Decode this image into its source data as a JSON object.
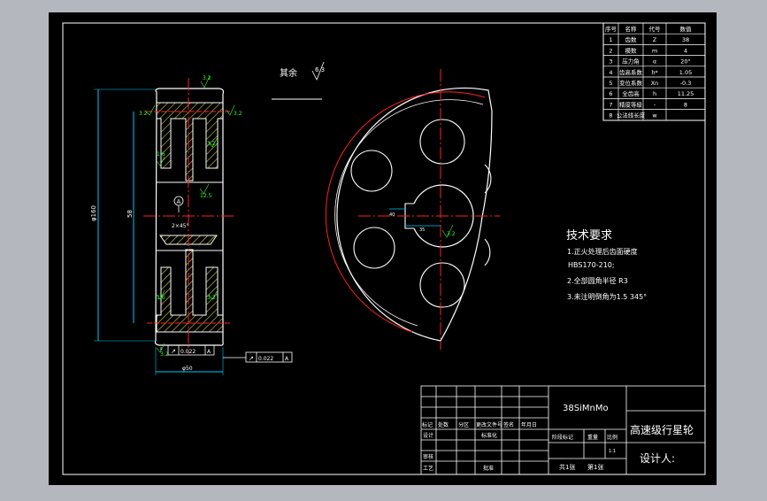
{
  "colors": {
    "outer_bg": "#b4b7bd",
    "paper": "#000000",
    "line": "#ffffff",
    "centerline": "#ff2020",
    "dimension": "#00c8ff",
    "annotation": "#34ff34",
    "hatch": "#d7d23c"
  },
  "param_table": {
    "headers": [
      "序号",
      "名称",
      "代号",
      "数值"
    ],
    "rows": [
      [
        "1",
        "齿数",
        "Z",
        "38"
      ],
      [
        "2",
        "模数",
        "m",
        "4"
      ],
      [
        "3",
        "压力角",
        "α",
        "20°"
      ],
      [
        "4",
        "齿高系数",
        "h*",
        "1.05"
      ],
      [
        "5",
        "变位系数",
        "Xn",
        "-0.3"
      ],
      [
        "6",
        "全齿高",
        "h",
        "11.25"
      ],
      [
        "7",
        "精度等级",
        "-",
        "8"
      ],
      [
        "8",
        "公法线长度",
        "w",
        ""
      ]
    ]
  },
  "surface_note": {
    "label": "其余",
    "value": "6.3"
  },
  "dimensions": {
    "outer_dia": "φ160",
    "inner_dia": "58",
    "width": "φ50",
    "chamfer": "2×45°",
    "hole_dia": "40",
    "key_width": "35",
    "datum": "A"
  },
  "roughness": {
    "r_top": "3.2",
    "r_upper_left": "3.2",
    "r_upper_right": "3.2",
    "r_mid_left": "1.6",
    "r_web": "12.5",
    "r_hub": "3.2",
    "r_lower_left": "1.6",
    "r_lower_right": "3.2",
    "r_bottom": "3.2",
    "r_hole": "3.2"
  },
  "tolerance_frames": [
    {
      "symbol": "↗",
      "value": "0.022",
      "datum": "A"
    },
    {
      "symbol": "↗",
      "value": "0.022",
      "datum": "A"
    }
  ],
  "tech_req": {
    "title": "技术要求",
    "lines": [
      "1.正火处理后齿面硬度",
      "HBS170-210;",
      "2.全部圆角半径 R3",
      "3.未注明倒角为1.5 345°"
    ]
  },
  "title_block": {
    "material": "38SiMnMo",
    "part_name": "高速级行星轮",
    "designer_label": "设计人:",
    "row_labels": [
      "标记",
      "处数",
      "分区",
      "更改文件号",
      "签名",
      "年月日"
    ],
    "design": "设计",
    "standardization": "标准化",
    "review": "审核",
    "process": "工艺",
    "approve": "批准",
    "stage_mark": "阶段标记",
    "weight": "重量",
    "scale": "比例",
    "scale_value": "1:1",
    "sheets": "共1张",
    "sheet_no": "第1张"
  }
}
